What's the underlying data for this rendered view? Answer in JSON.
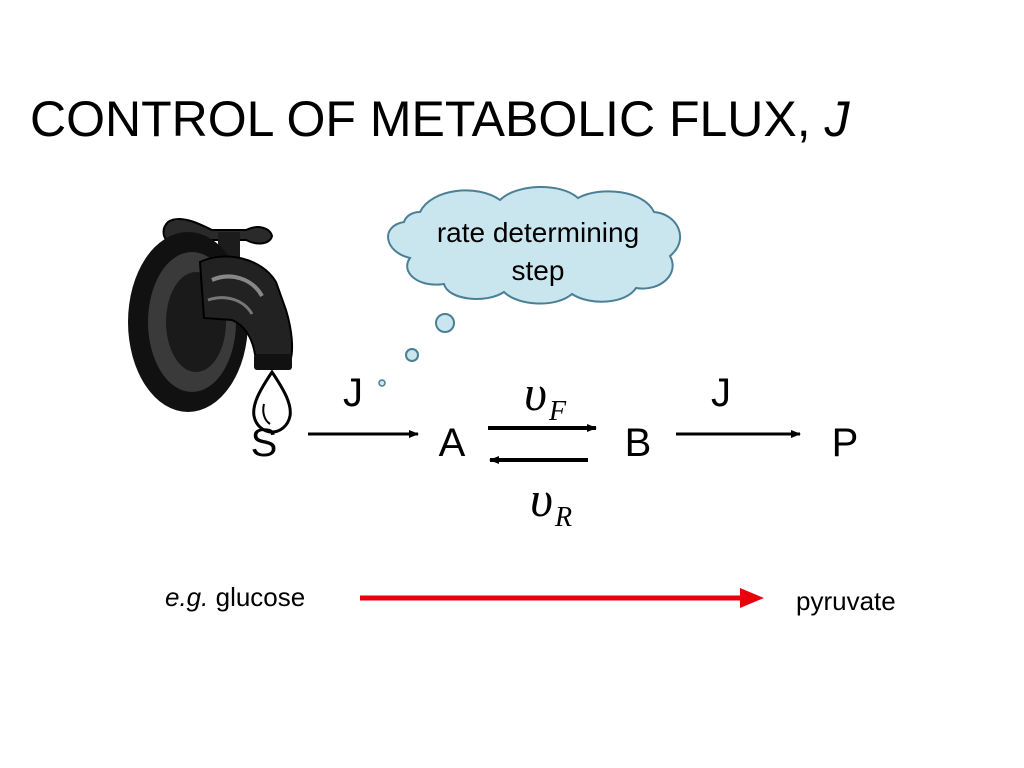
{
  "title": {
    "text": "CONTROL OF METABOLIC FLUX, ",
    "flux_symbol": "J"
  },
  "cloud": {
    "line1": "rate determining",
    "line2": "step",
    "fill": "#c9e6ee",
    "stroke": "#4a7f95"
  },
  "pathway": {
    "nodes": {
      "S": "S",
      "A": "A",
      "B": "B",
      "P": "P"
    },
    "flux_label_left": "J",
    "flux_label_right": "J",
    "forward_rate": {
      "symbol": "υ",
      "subscript": "F"
    },
    "reverse_rate": {
      "symbol": "υ",
      "subscript": "R"
    }
  },
  "example": {
    "prefix": "e.g.",
    "start": "glucose",
    "end": "pyruvate",
    "arrow_color": "#e8000b"
  }
}
